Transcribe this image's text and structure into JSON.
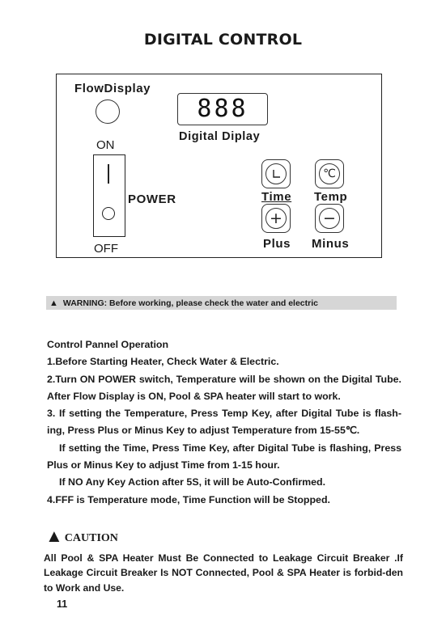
{
  "title": "DIGITAL CONTROL",
  "panel": {
    "flow_display_label": "FlowDisplay",
    "digital_value": "888",
    "digital_display_label": "Digital Diplay",
    "on_label": "ON",
    "off_label": "OFF",
    "power_label": "POWER",
    "time_label": "Time",
    "temp_label": "Temp",
    "plus_label": "Plus",
    "minus_label": "Minus",
    "temp_key_symbol": "℃",
    "plus_key_symbol": "+",
    "minus_key_symbol": "−"
  },
  "warning": {
    "icon": "warning-triangle-icon",
    "text": "WARNING: Before working, please check the water and electric"
  },
  "operation": {
    "heading": "Control Pannel Operation",
    "lines": [
      "1.Before Starting Heater, Check Water & Electric.",
      "2.Turn ON POWER switch, Temperature will be shown on the Digital Tube. After Flow Display is ON, Pool & SPA heater will start to work.",
      "3. If setting the Temperature, Press Temp Key, after Digital Tube is flash-ing, Press Plus or Minus Key to adjust Temperature from 15-55℃.",
      "If setting the Time, Press Time Key, after Digital Tube is flashing, Press Plus or Minus Key to adjust Time from 1-15 hour.",
      "If NO Any Key Action after 5S, it will be Auto-Confirmed.",
      "4.FFF is Temperature mode, Time Function will be Stopped."
    ]
  },
  "caution": {
    "icon": "caution-triangle-icon",
    "label": "CAUTION",
    "text": "All Pool & SPA Heater Must Be Connected to Leakage Circuit Breaker .If Leakage Circuit Breaker Is NOT Connected, Pool & SPA Heater is forbid-den to Work and Use."
  },
  "page_number": "11"
}
